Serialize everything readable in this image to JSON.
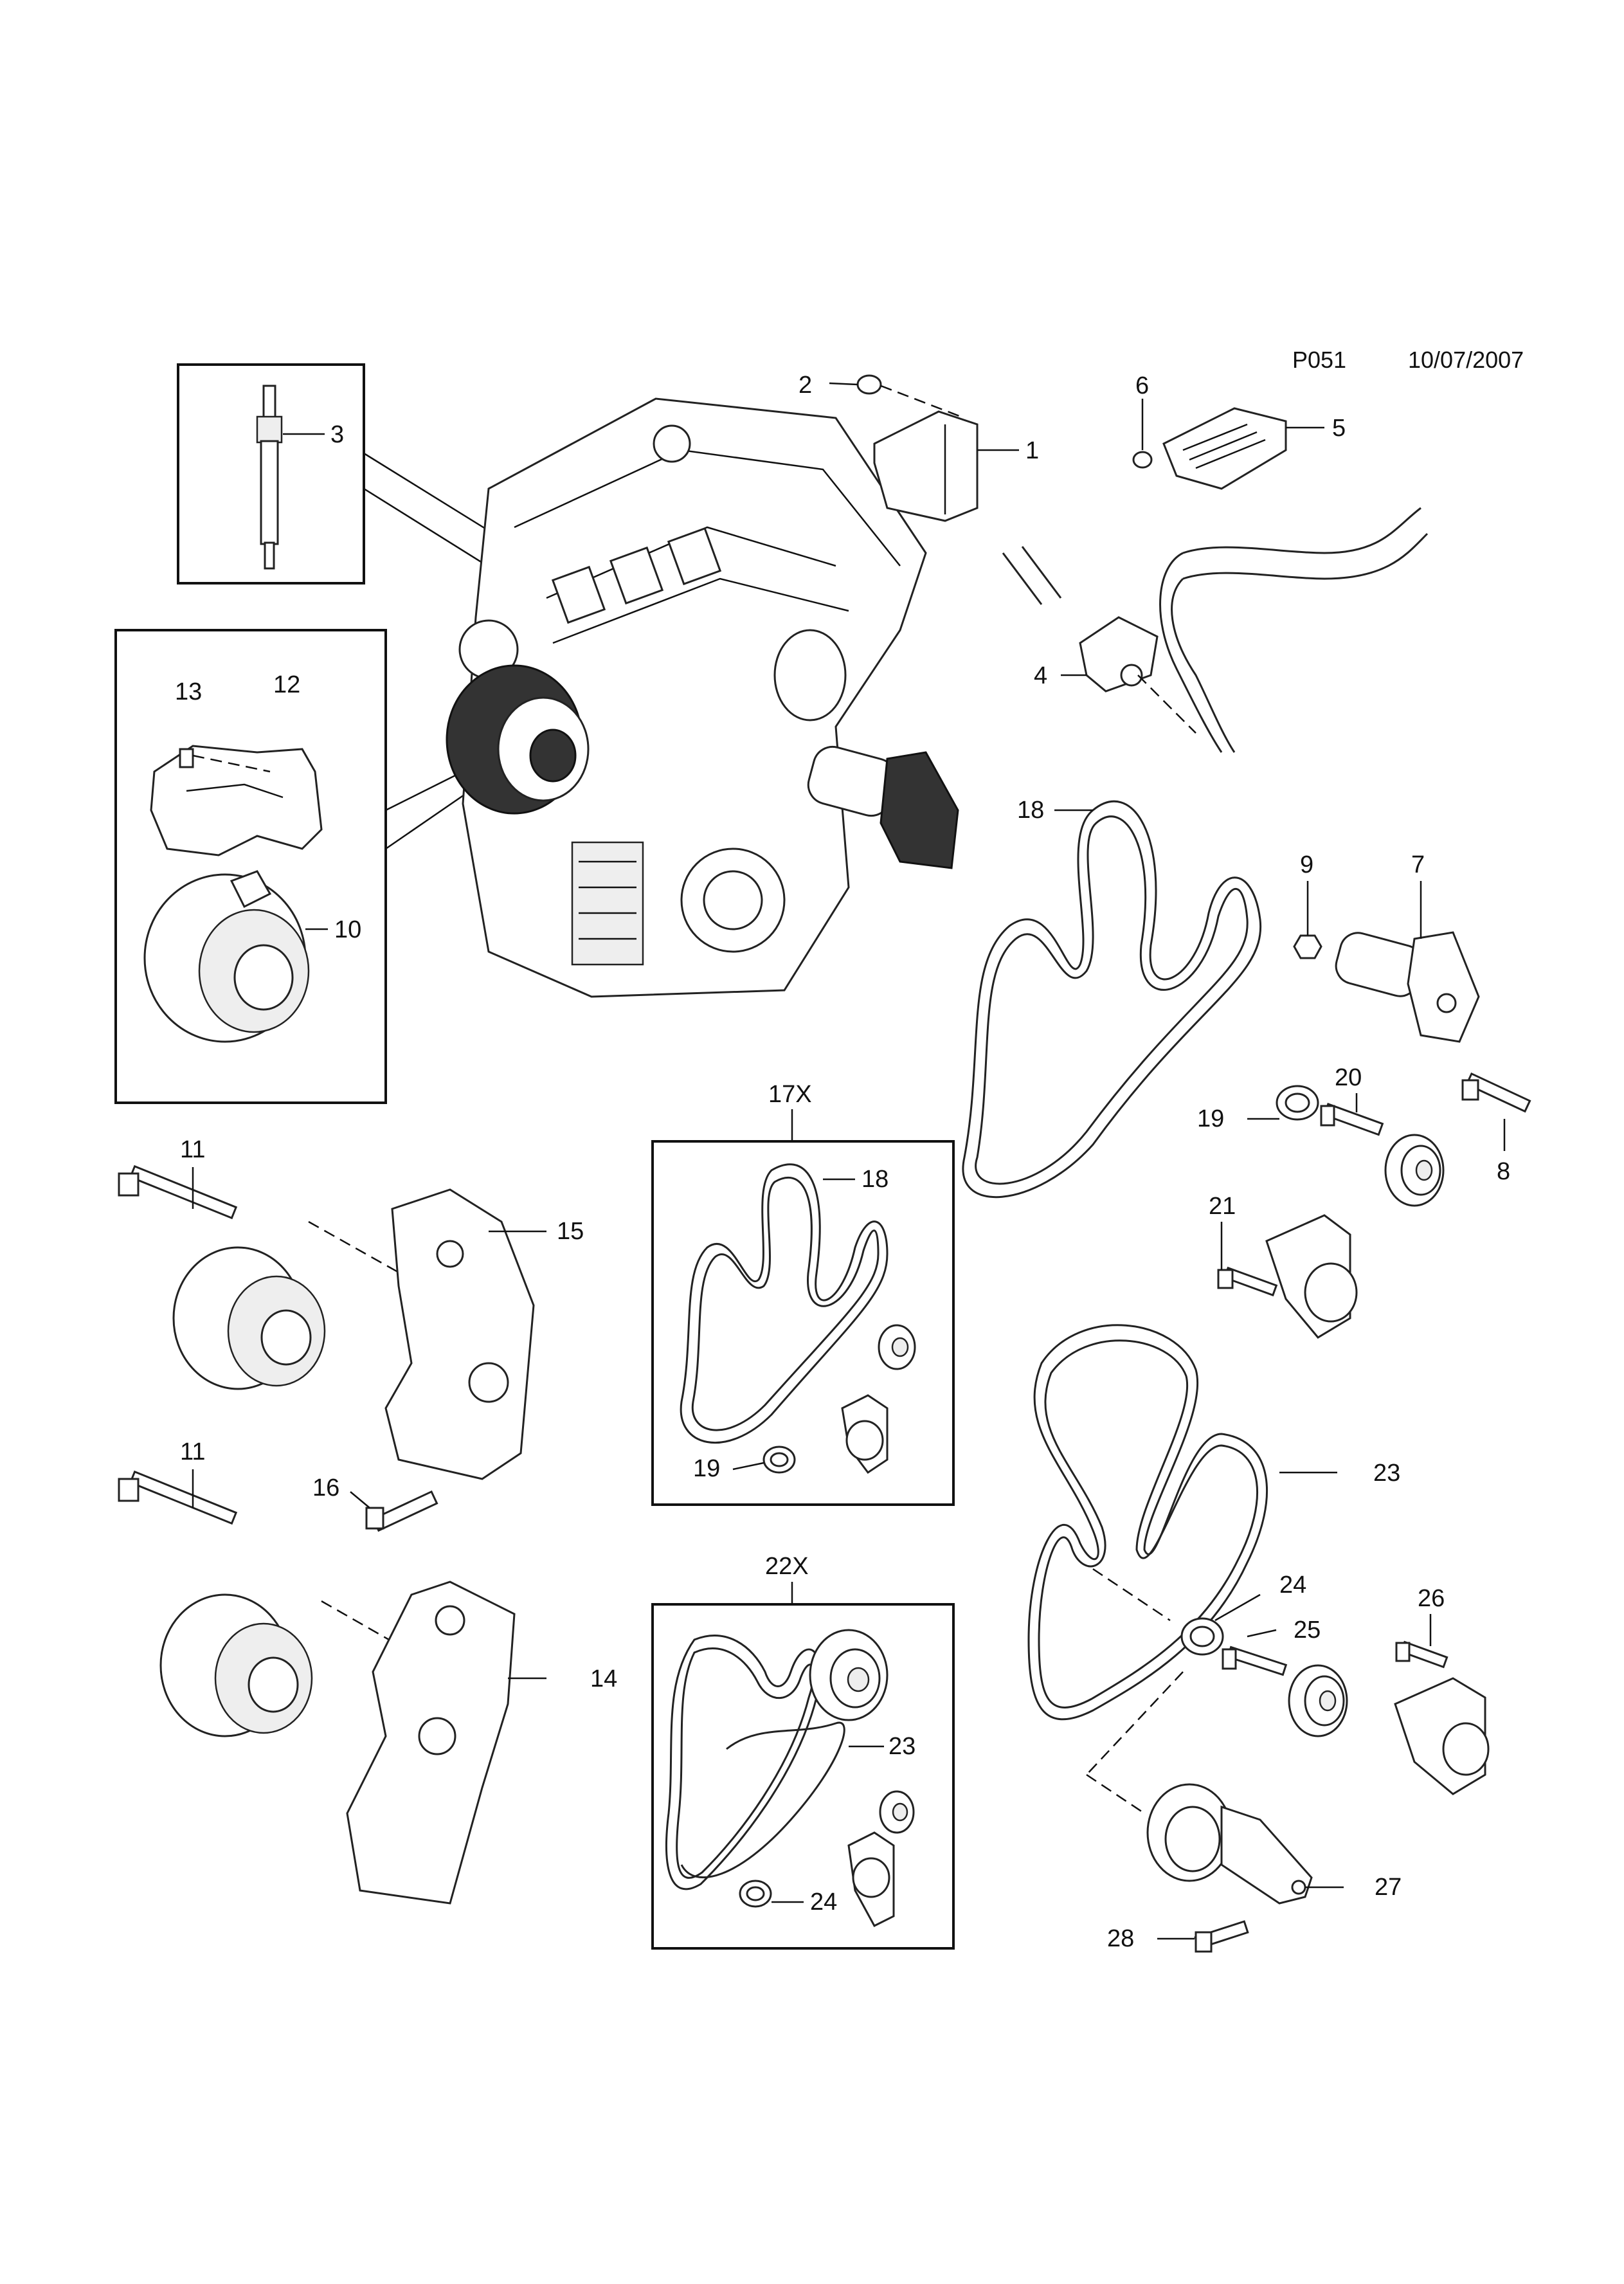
{
  "header": {
    "diagram_code": "P051",
    "date": "10/07/2007"
  },
  "kits": {
    "kit_17x": "17X",
    "kit_22x": "22X"
  },
  "callouts": [
    {
      "id": "c1",
      "text": "1"
    },
    {
      "id": "c2",
      "text": "2"
    },
    {
      "id": "c3",
      "text": "3"
    },
    {
      "id": "c4",
      "text": "4"
    },
    {
      "id": "c5",
      "text": "5"
    },
    {
      "id": "c6",
      "text": "6"
    },
    {
      "id": "c7",
      "text": "7"
    },
    {
      "id": "c8",
      "text": "8"
    },
    {
      "id": "c9",
      "text": "9"
    },
    {
      "id": "c10",
      "text": "10"
    },
    {
      "id": "c11a",
      "text": "11"
    },
    {
      "id": "c11b",
      "text": "11"
    },
    {
      "id": "c12",
      "text": "12"
    },
    {
      "id": "c13",
      "text": "13"
    },
    {
      "id": "c14",
      "text": "14"
    },
    {
      "id": "c15",
      "text": "15"
    },
    {
      "id": "c16",
      "text": "16"
    },
    {
      "id": "c18a",
      "text": "18"
    },
    {
      "id": "c18b",
      "text": "18"
    },
    {
      "id": "c19a",
      "text": "19"
    },
    {
      "id": "c19b",
      "text": "19"
    },
    {
      "id": "c20",
      "text": "20"
    },
    {
      "id": "c21",
      "text": "21"
    },
    {
      "id": "c23a",
      "text": "23"
    },
    {
      "id": "c23b",
      "text": "23"
    },
    {
      "id": "c24a",
      "text": "24"
    },
    {
      "id": "c24b",
      "text": "24"
    },
    {
      "id": "c25",
      "text": "25"
    },
    {
      "id": "c26",
      "text": "26"
    },
    {
      "id": "c27",
      "text": "27"
    },
    {
      "id": "c28",
      "text": "28"
    }
  ]
}
